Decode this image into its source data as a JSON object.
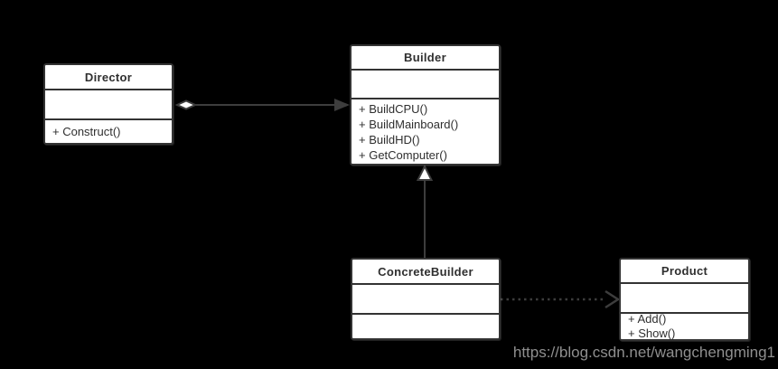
{
  "page": {
    "watermark": "https://blog.csdn.net/wangchengming1"
  },
  "colors": {
    "bg": "#000000",
    "box_fill": "#ffffff",
    "box_border": "#333333",
    "text": "#2f2f2f",
    "line": "#3d3d3d",
    "watermark": "#8f8f8f"
  },
  "diagram": {
    "type": "uml-class-diagram",
    "pattern": "Builder",
    "classes": [
      {
        "name": "Director",
        "attributes": [],
        "methods": [
          "+ Construct()"
        ]
      },
      {
        "name": "Builder",
        "attributes": [],
        "methods": [
          "+ BuildCPU()",
          "+ BuildMainboard()",
          "+ BuildHD()",
          "+ GetComputer()"
        ]
      },
      {
        "name": "ConcreteBuilder",
        "attributes": [],
        "methods": []
      },
      {
        "name": "Product",
        "attributes": [],
        "methods": [
          "+ Add()",
          "+ Show()"
        ]
      }
    ],
    "relations": [
      {
        "from": "Director",
        "to": "Builder",
        "type": "aggregation",
        "line": "solid",
        "source_marker": "hollow-diamond",
        "target_marker": "filled-arrow"
      },
      {
        "from": "ConcreteBuilder",
        "to": "Builder",
        "type": "generalization",
        "line": "solid",
        "target_marker": "hollow-triangle"
      },
      {
        "from": "ConcreteBuilder",
        "to": "Product",
        "type": "dependency",
        "line": "dotted",
        "target_marker": "open-chevron"
      }
    ]
  }
}
